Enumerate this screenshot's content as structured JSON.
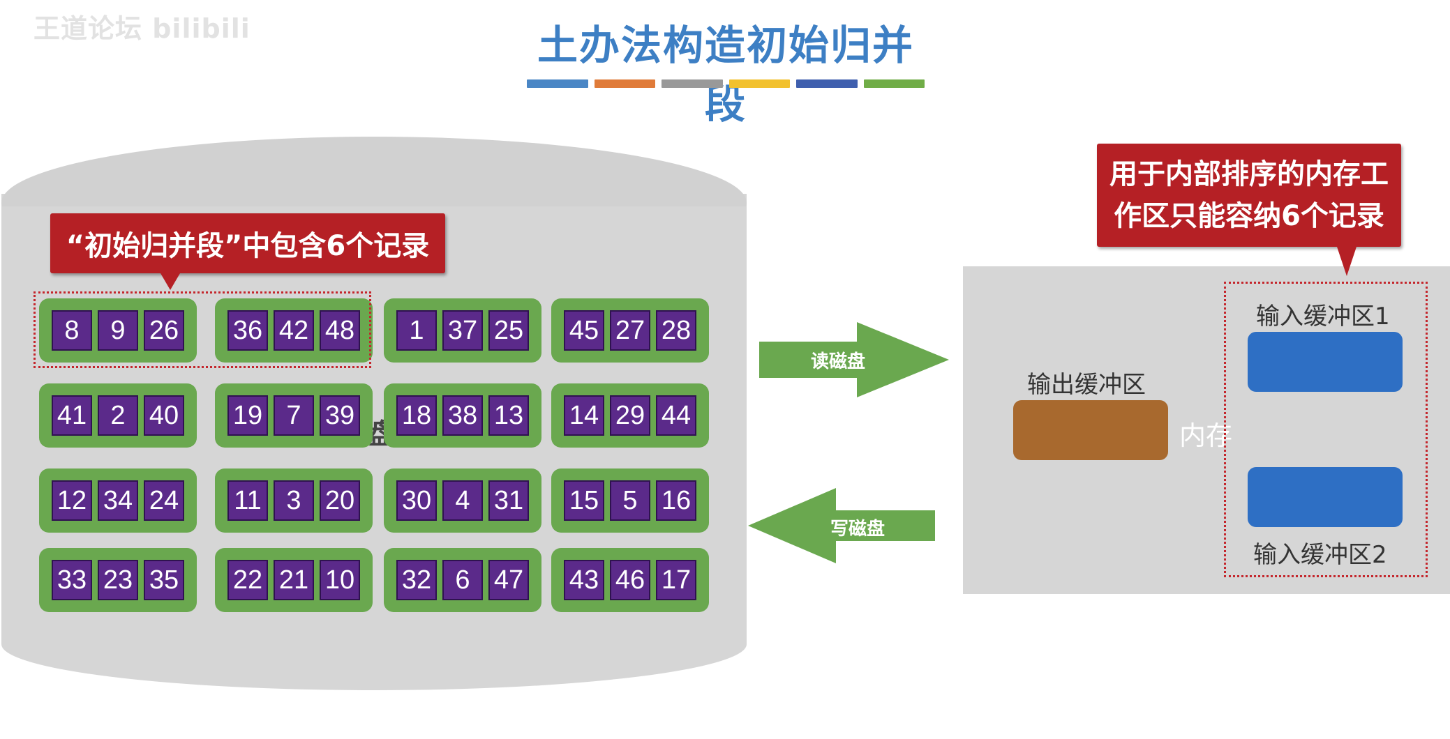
{
  "watermark": "王道论坛 bilibili",
  "title": "土办法构造初始归并段",
  "title_bar_colors": [
    "#4a86c5",
    "#e07b39",
    "#999999",
    "#f2c12e",
    "#3f5fae",
    "#70ad47"
  ],
  "callouts": {
    "segment_note": "“初始归并段”中包含6个记录",
    "memory_note_line1": "用于内部排序的内存工",
    "memory_note_line2": "作区只能容纳6个记录"
  },
  "disk_partial_label": "盘",
  "segments": [
    [
      8,
      9,
      26
    ],
    [
      36,
      42,
      48
    ],
    [
      1,
      37,
      25
    ],
    [
      45,
      27,
      28
    ],
    [
      41,
      2,
      40
    ],
    [
      19,
      7,
      39
    ],
    [
      18,
      38,
      13
    ],
    [
      14,
      29,
      44
    ],
    [
      12,
      34,
      24
    ],
    [
      11,
      3,
      20
    ],
    [
      30,
      4,
      31
    ],
    [
      15,
      5,
      16
    ],
    [
      33,
      23,
      35
    ],
    [
      22,
      21,
      10
    ],
    [
      32,
      6,
      47
    ],
    [
      43,
      46,
      17
    ]
  ],
  "arrows": {
    "read": "读磁盘",
    "write": "写磁盘"
  },
  "memory": {
    "label": "内存",
    "output_buffer": "输出缓冲区",
    "input_buffer_1": "输入缓冲区1",
    "input_buffer_2": "输入缓冲区2"
  },
  "colors": {
    "segment_green": "#6aa84f",
    "record_purple": "#5b2a8a",
    "callout_red": "#b52025",
    "output_buffer": "#a8692e",
    "input_buffer": "#2e6fc4",
    "arrow_green": "#6aa84f"
  }
}
